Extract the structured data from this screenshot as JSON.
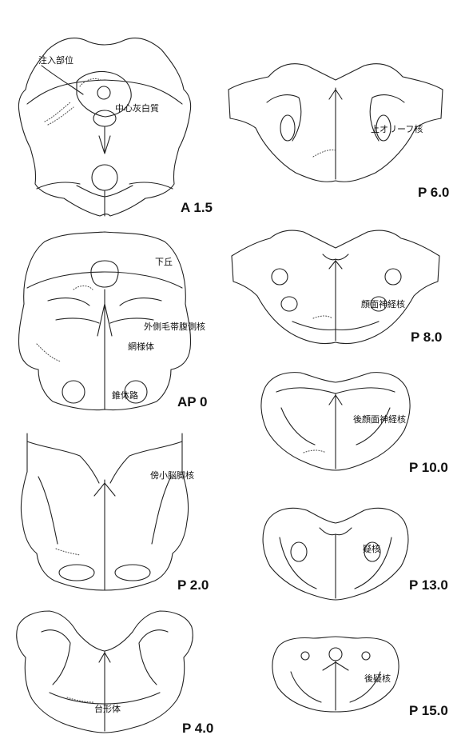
{
  "sections": {
    "A15": {
      "level": "A 1.5",
      "labels": {
        "injection_site": "注入部位",
        "central_gray": "中心灰白質"
      }
    },
    "P60": {
      "level": "P 6.0",
      "labels": {
        "superior_olive": "上オリーフ核"
      }
    },
    "AP0": {
      "level": "AP 0",
      "labels": {
        "inferior_colliculus": "下丘",
        "ventral_lateral_lemniscus": "外側毛帯腹側核",
        "reticular_formation": "網様体",
        "pyramidal_tract": "錐体路"
      }
    },
    "P80": {
      "level": "P 8.0",
      "labels": {
        "facial_nucleus": "顔面神経核"
      }
    },
    "P100": {
      "level": "P 10.0",
      "labels": {
        "retrofacial_nucleus": "後顔面神経核"
      }
    },
    "P20": {
      "level": "P 2.0",
      "labels": {
        "parabrachial_nucleus": "傍小脳脚核"
      }
    },
    "P130": {
      "level": "P 13.0",
      "labels": {
        "ambiguus_nucleus": "疑核"
      }
    },
    "P40": {
      "level": "P 4.0",
      "labels": {
        "trapezoid_body": "台形体"
      }
    },
    "P150": {
      "level": "P 15.0",
      "labels": {
        "retroambiguus_nucleus": "後疑核"
      }
    }
  },
  "colors": {
    "ink": "#222222",
    "background": "#ffffff"
  }
}
